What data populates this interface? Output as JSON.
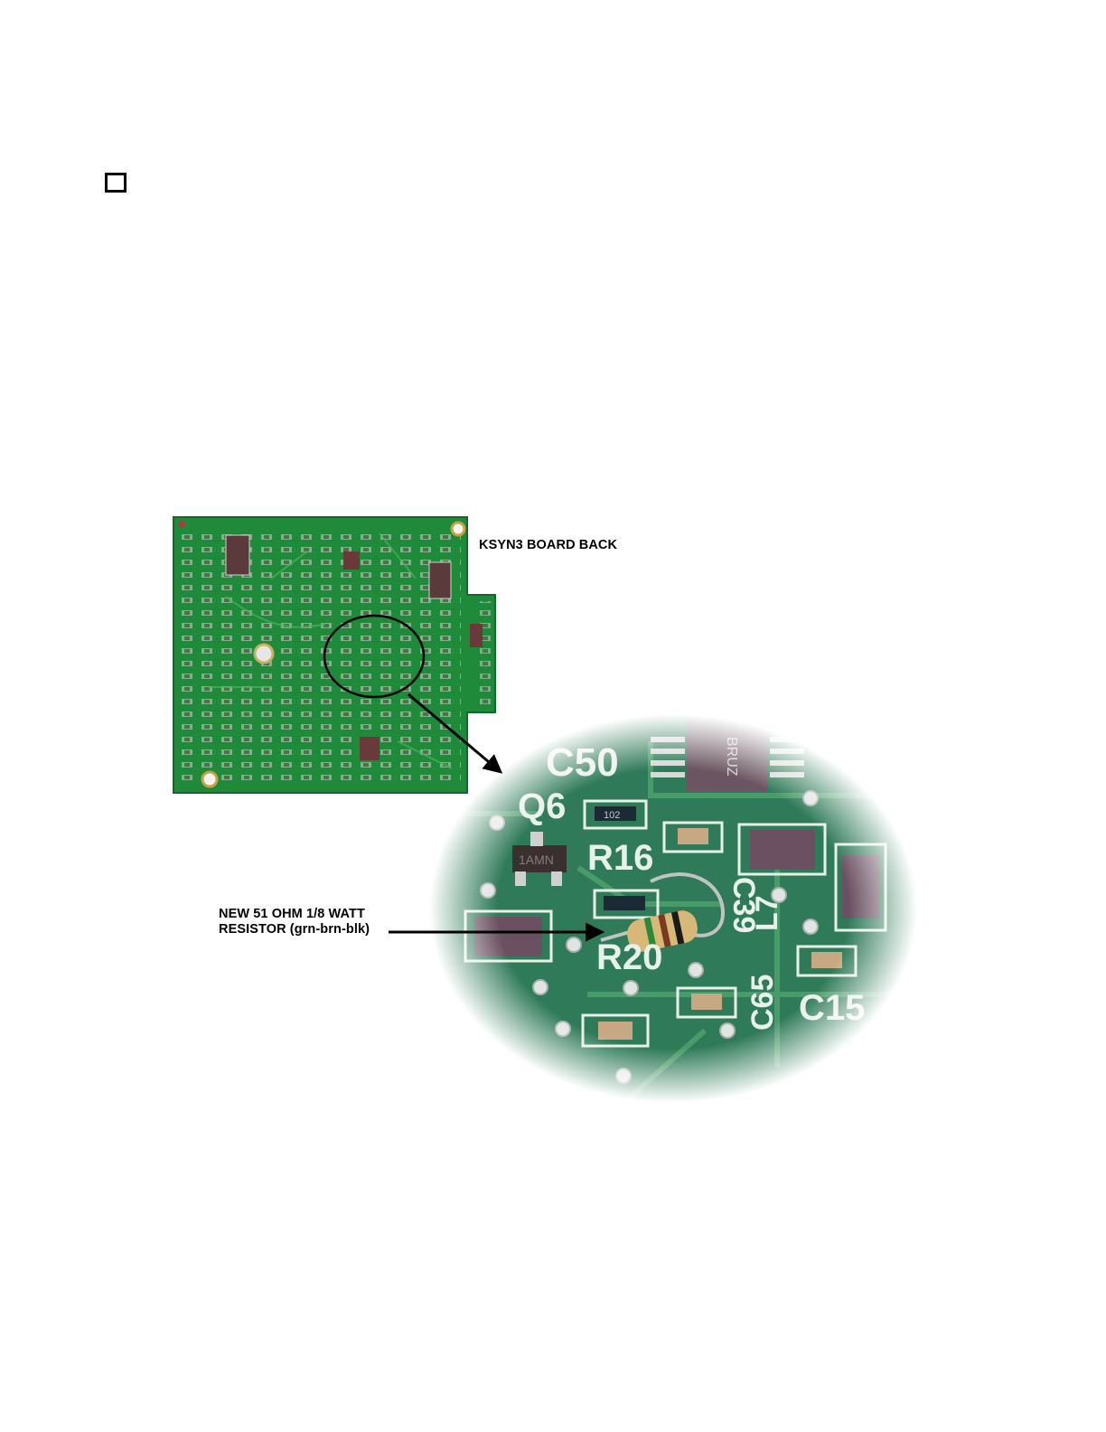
{
  "figure": {
    "board_label": "KSYN3 BOARD BACK",
    "resistor_label_line1": "NEW 51 OHM 1/8 WATT",
    "resistor_label_line2": "RESISTOR (grn-brn-blk)",
    "zoom_silkscreen": {
      "c50": "C50",
      "q6": "Q6",
      "r16": "R16",
      "r20": "R20",
      "c39": "C39",
      "l7": "L7",
      "c65": "C65",
      "c15": "C15",
      "chip_marking": "1AMN",
      "smd_code": "102",
      "ic_marking": "BRUZ"
    }
  },
  "colors": {
    "board_green": "#1f8a3a",
    "zoom_green": "#2f7a58",
    "resistor_body": "#d8b878"
  }
}
